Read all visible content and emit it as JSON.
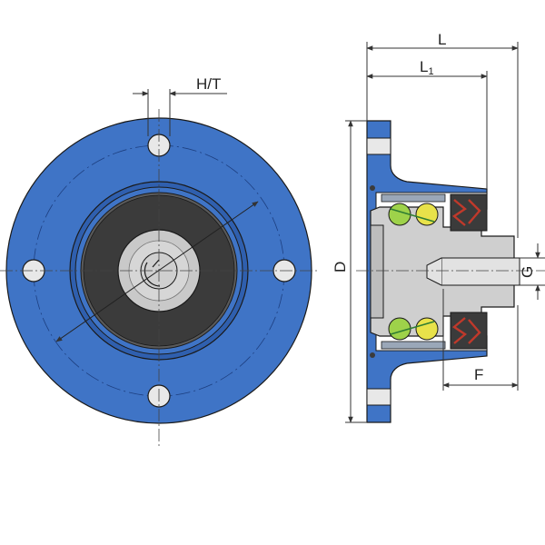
{
  "drawing": {
    "front_view": {
      "ht_label": "H/T"
    },
    "side_view": {
      "L_label": "L",
      "L1_label": "L",
      "L1_subscript": "1",
      "D_label": "D",
      "G_label": "G",
      "F_label": "F"
    }
  },
  "colors": {
    "housing_blue": "#3f74c6",
    "housing_blue_dark": "#2d5aa6",
    "insert_dark": "#3b3b3b",
    "shaft_gray": "#c9c9c9",
    "seal_red": "#c0392b",
    "ball_green": "#9ed24a",
    "ball_yellow": "#e8e24a"
  }
}
